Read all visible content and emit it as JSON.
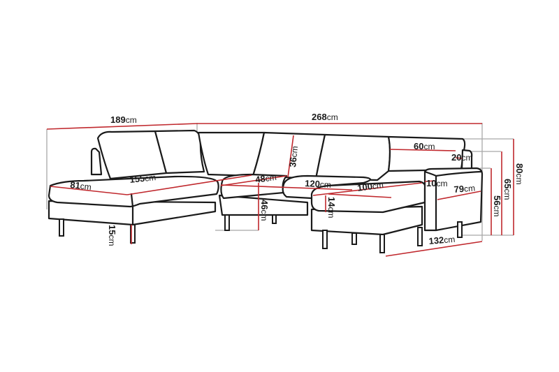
{
  "diagram": {
    "subject": "U-shaped corner sofa with chaise and armrest",
    "unit": "cm",
    "colors": {
      "outline": "#1a1a1a",
      "dimension_line": "#c0282d",
      "extension_line": "#a8a8a8",
      "background": "#ffffff"
    },
    "dimensions": {
      "left_width": {
        "num": "189",
        "unit": "cm"
      },
      "total_width": {
        "num": "268",
        "unit": "cm"
      },
      "left_chaise_depth": {
        "num": "81",
        "unit": "cm"
      },
      "left_chaise_length": {
        "num": "155",
        "unit": "cm"
      },
      "back_cushion_h": {
        "num": "36",
        "unit": "cm"
      },
      "seat_depth_mid": {
        "num": "48",
        "unit": "cm"
      },
      "seat_height": {
        "num": "46",
        "unit": "cm"
      },
      "leg_height": {
        "num": "15",
        "unit": "cm"
      },
      "middle_length": {
        "num": "120",
        "unit": "cm"
      },
      "right_chaise_len": {
        "num": "100",
        "unit": "cm"
      },
      "cushion_thickness": {
        "num": "14",
        "unit": "cm"
      },
      "back_width_right": {
        "num": "60",
        "unit": "cm"
      },
      "backrest_depth": {
        "num": "20",
        "unit": "cm"
      },
      "armrest_width": {
        "num": "10",
        "unit": "cm"
      },
      "armrest_depth": {
        "num": "79",
        "unit": "cm"
      },
      "right_depth": {
        "num": "132",
        "unit": "cm"
      },
      "arm_height": {
        "num": "56",
        "unit": "cm"
      },
      "back_mid_height": {
        "num": "65",
        "unit": "cm"
      },
      "total_height": {
        "num": "80",
        "unit": "cm"
      }
    }
  }
}
